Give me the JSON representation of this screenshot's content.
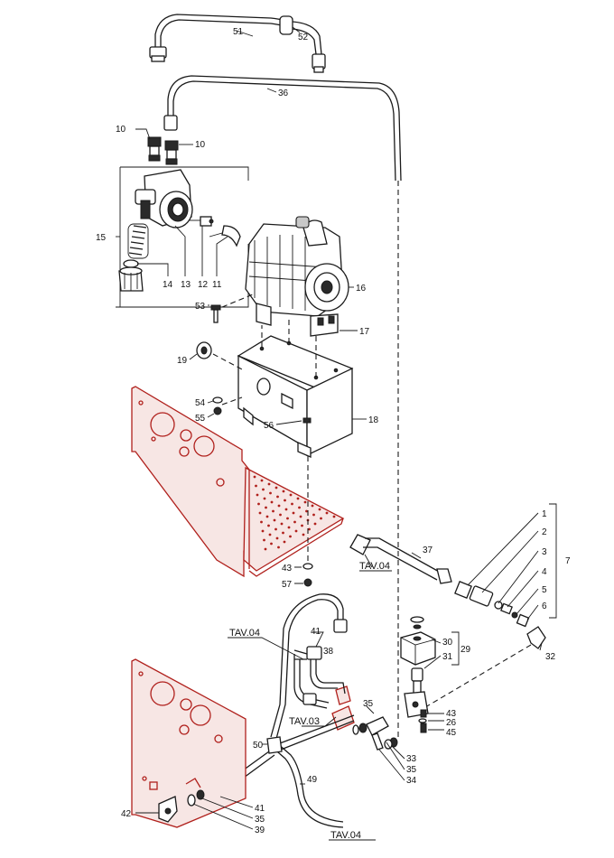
{
  "callouts": {
    "c1": "1",
    "c2": "2",
    "c3": "3",
    "c4": "4",
    "c5": "5",
    "c6": "6",
    "c7": "7",
    "c10a": "10",
    "c10b": "10",
    "c11": "11",
    "c12": "12",
    "c13": "13",
    "c14": "14",
    "c15": "15",
    "c16": "16",
    "c17": "17",
    "c18": "18",
    "c19": "19",
    "c26": "26",
    "c29": "29",
    "c30": "30",
    "c31": "31",
    "c32": "32",
    "c33": "33",
    "c34": "34",
    "c35a": "35",
    "c35b": "35",
    "c35c": "35",
    "c36": "36",
    "c37": "37",
    "c38": "38",
    "c39": "39",
    "c41a": "41",
    "c41b": "41",
    "c42": "42",
    "c43a": "43",
    "c43b": "43",
    "c45": "45",
    "c49": "49",
    "c50": "50",
    "c51": "51",
    "c52": "52",
    "c53": "53",
    "c54": "54",
    "c55": "55",
    "c56": "56",
    "c57": "57"
  },
  "references": {
    "tav04_a": "TAV.04",
    "tav04_b": "TAV.04",
    "tav04_c": "TAV.04",
    "tav03": "TAV.03"
  },
  "colors": {
    "line": "#1a1a1a",
    "highlight": "#b0201c"
  }
}
